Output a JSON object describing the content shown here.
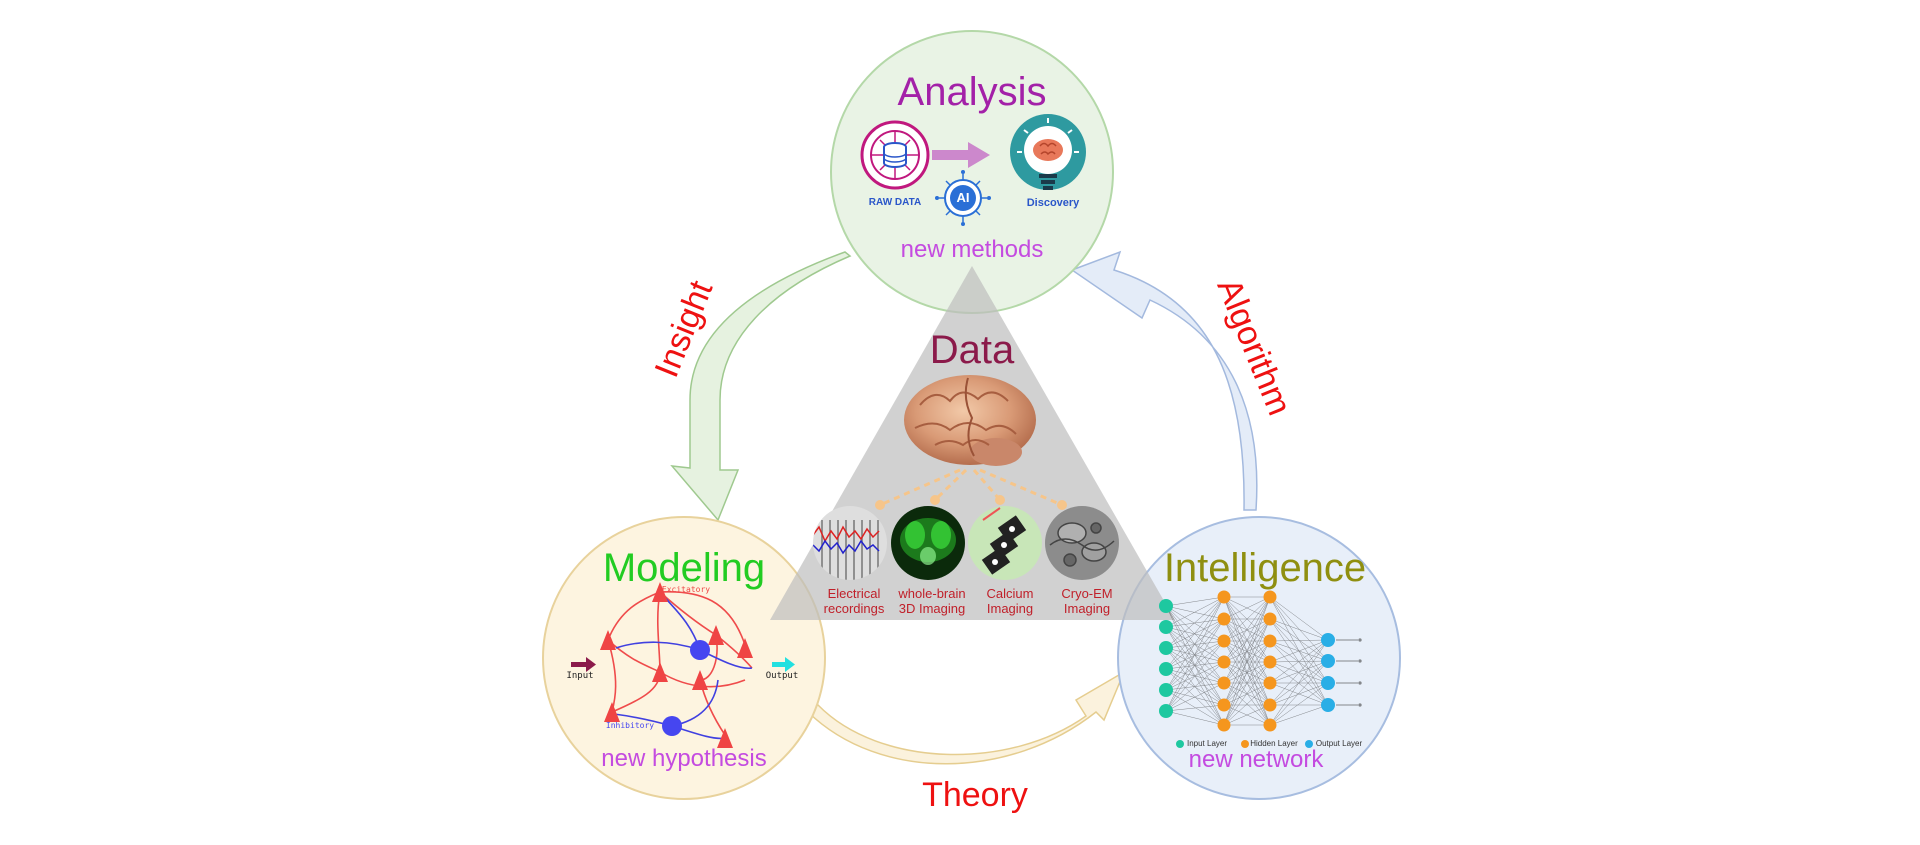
{
  "center": {
    "title": "Data"
  },
  "analysis": {
    "title": "Analysis",
    "subtitle": "new methods",
    "raw_data_label": "RAW DATA",
    "ai_label": "AI",
    "discovery_label": "Discovery"
  },
  "modeling": {
    "title": "Modeling",
    "subtitle": "new hypothesis",
    "input_label": "Input",
    "output_label": "Output",
    "excitatory_label": "Excitatory",
    "inhibitory_label": "Inhibitory"
  },
  "intelligence": {
    "title": "Intelligence",
    "subtitle": "new network",
    "legend": [
      "Input Layer",
      "Hidden Layer",
      "Output Layer"
    ]
  },
  "arrows": {
    "insight": "Insight",
    "algorithm": "Algorithm",
    "theory": "Theory"
  },
  "modalities": [
    {
      "line1": "Electrical",
      "line2": "recordings"
    },
    {
      "line1": "whole-brain",
      "line2": "3D Imaging"
    },
    {
      "line1": "Calcium",
      "line2": "Imaging"
    },
    {
      "line1": "Cryo-EM",
      "line2": "Imaging"
    }
  ],
  "colors": {
    "analysis_title": "#a321a8",
    "modeling_title": "#22cc22",
    "intelligence_title": "#8f8f10",
    "data_title": "#8b1a4a",
    "subtitle": "#c44be0",
    "arrow_label": "#ee1111",
    "modality_label": "#c0202a"
  }
}
